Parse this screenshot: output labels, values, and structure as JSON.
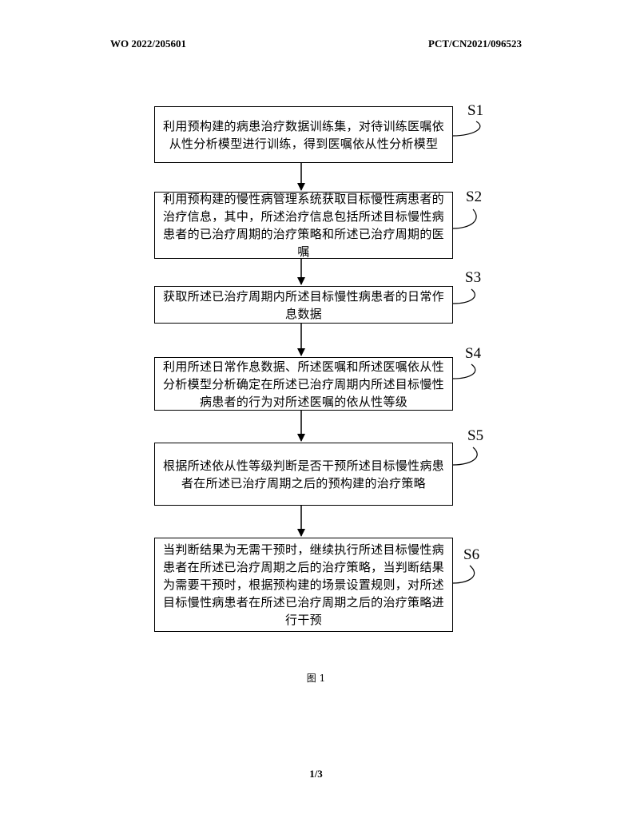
{
  "header": {
    "pub_number": "WO 2022/205601",
    "app_number": "PCT/CN2021/096523"
  },
  "steps": [
    {
      "label": "S1",
      "text": "利用预构建的病患治疗数据训练集，对待训练医嘱依从性分析模型进行训练，得到医嘱依从性分析模型"
    },
    {
      "label": "S2",
      "text": "利用预构建的慢性病管理系统获取目标慢性病患者的治疗信息，其中，所述治疗信息包括所述目标慢性病患者的已治疗周期的治疗策略和所述已治疗周期的医嘱"
    },
    {
      "label": "S3",
      "text": "获取所述已治疗周期内所述目标慢性病患者的日常作息数据"
    },
    {
      "label": "S4",
      "text": "利用所述日常作息数据、所述医嘱和所述医嘱依从性分析模型分析确定在所述已治疗周期内所述目标慢性病患者的行为对所述医嘱的依从性等级"
    },
    {
      "label": "S5",
      "text": "根据所述依从性等级判断是否干预所述目标慢性病患者在所述已治疗周期之后的预构建的治疗策略"
    },
    {
      "label": "S6",
      "text": "当判断结果为无需干预时，继续执行所述目标慢性病患者在所述已治疗周期之后的治疗策略，当判断结果为需要干预时，根据预构建的场景设置规则，对所述目标慢性病患者在所述已治疗周期之后的治疗策略进行干预"
    }
  ],
  "caption": "图 1",
  "page_number": "1/3"
}
